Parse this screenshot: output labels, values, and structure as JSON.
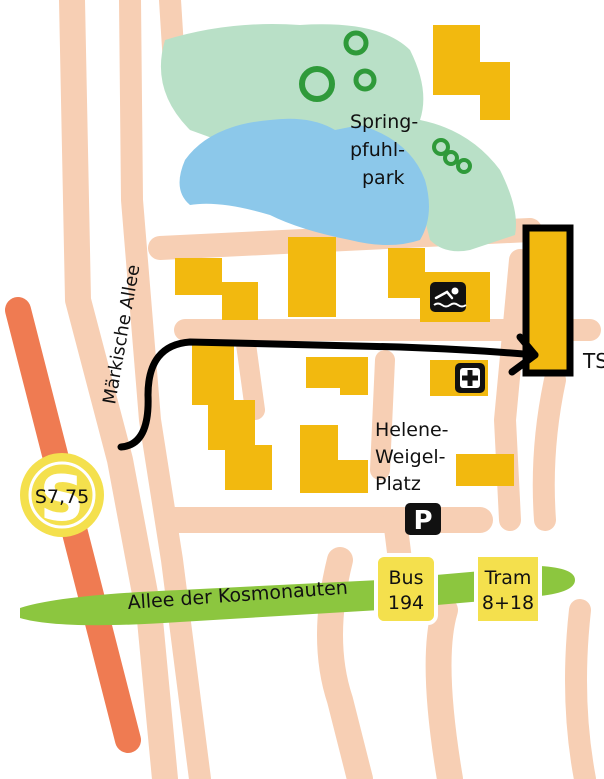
{
  "park": {
    "label_line1": "Spring-",
    "label_line2": "pfuhl-",
    "label_line3": "park"
  },
  "streets": {
    "maerkische_allee": "Märkische Allee",
    "kosmonauten": "Allee der Kosmonauten"
  },
  "square": {
    "line1": "Helene-",
    "line2": "Weigel-",
    "line3": "Platz"
  },
  "sbahn": {
    "badge": "S",
    "lines": "S7,75"
  },
  "bus": {
    "line1": "Bus",
    "line2": "194"
  },
  "tram": {
    "line1": "Tram",
    "line2": "8+18"
  },
  "parking": {
    "label": "P"
  },
  "destination": {
    "label": "TS"
  },
  "colors": {
    "road": "#f7cfb4",
    "park": "#b9e0c7",
    "water": "#8cc8ea",
    "tree": "#2f9a3a",
    "building": "#f2b90f",
    "railway": "#ef7b52",
    "avenue": "#8cc63f",
    "stop": "#f4e04d",
    "route": "#000000"
  },
  "icons": [
    "swimming-icon",
    "hospital-cross-icon",
    "parking-icon",
    "sbahn-icon",
    "route-arrow-icon",
    "tree-icon"
  ]
}
